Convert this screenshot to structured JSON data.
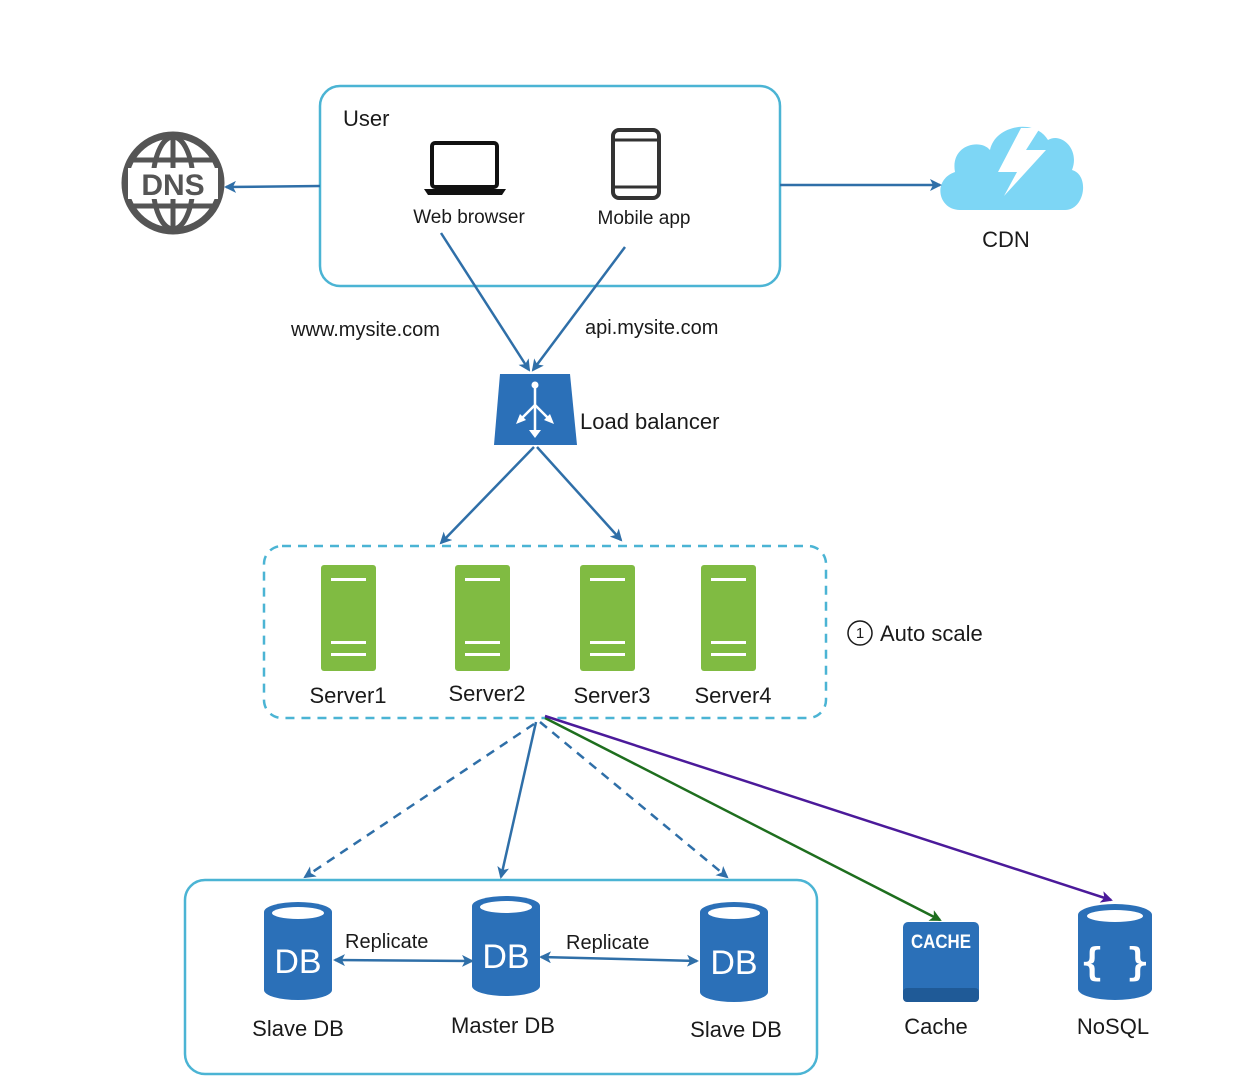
{
  "user_group": {
    "title": "User",
    "web_label": "Web browser",
    "mobile_label": "Mobile app"
  },
  "dns": {
    "text": "DNS"
  },
  "cdn": {
    "label": "CDN"
  },
  "routes": {
    "web_domain": "www.mysite.com",
    "api_domain": "api.mysite.com"
  },
  "load_balancer": {
    "label": "Load balancer"
  },
  "servers": [
    {
      "label": "Server1"
    },
    {
      "label": "Server2"
    },
    {
      "label": "Server3"
    },
    {
      "label": "Server4"
    }
  ],
  "auto_scale": {
    "number": "1",
    "label": "Auto scale"
  },
  "databases": {
    "slave_left": "Slave DB",
    "master": "Master DB",
    "slave_right": "Slave DB",
    "db_glyph": "DB",
    "replicate_left": "Replicate",
    "replicate_right": "Replicate"
  },
  "cache": {
    "glyph": "CACHE",
    "label": "Cache"
  },
  "nosql": {
    "glyph": "{ }",
    "label": "NoSQL"
  },
  "colors": {
    "group_border": "#4bb4d4",
    "arrow_blue": "#2f6fa8",
    "arrow_green": "#1e6e1e",
    "arrow_purple": "#4b1a9a",
    "server_green": "#80bb42",
    "db_blue": "#2b70b8",
    "cdn_blue": "#7dd6f5",
    "dns_gray": "#555555"
  }
}
